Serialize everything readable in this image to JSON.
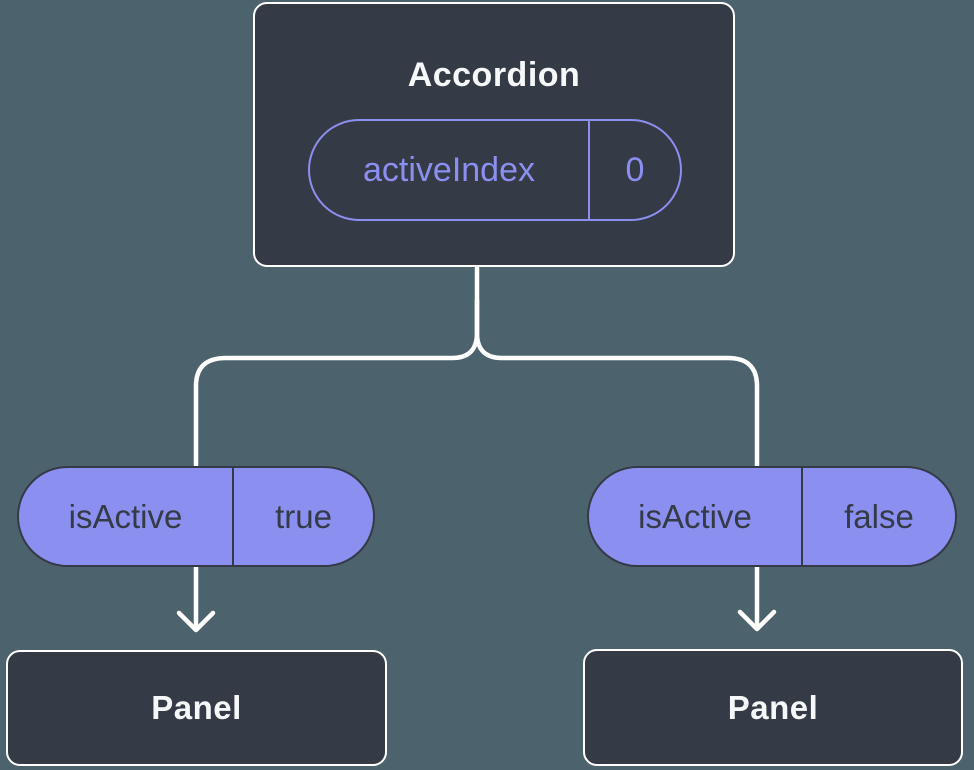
{
  "colors": {
    "bg": "#4C636E",
    "node-fill": "#343A46",
    "node-border": "#FFFFFF",
    "accent": "#8B90F0",
    "pill-fill": "#8B90F0",
    "pill-text": "#343A46",
    "line": "#FFFFFF"
  },
  "tree": {
    "root": {
      "title": "Accordion",
      "prop": {
        "name": "activeIndex",
        "value": "0"
      }
    },
    "branches": [
      {
        "prop": {
          "name": "isActive",
          "value": "true"
        },
        "child": {
          "title": "Panel"
        }
      },
      {
        "prop": {
          "name": "isActive",
          "value": "false"
        },
        "child": {
          "title": "Panel"
        }
      }
    ]
  }
}
